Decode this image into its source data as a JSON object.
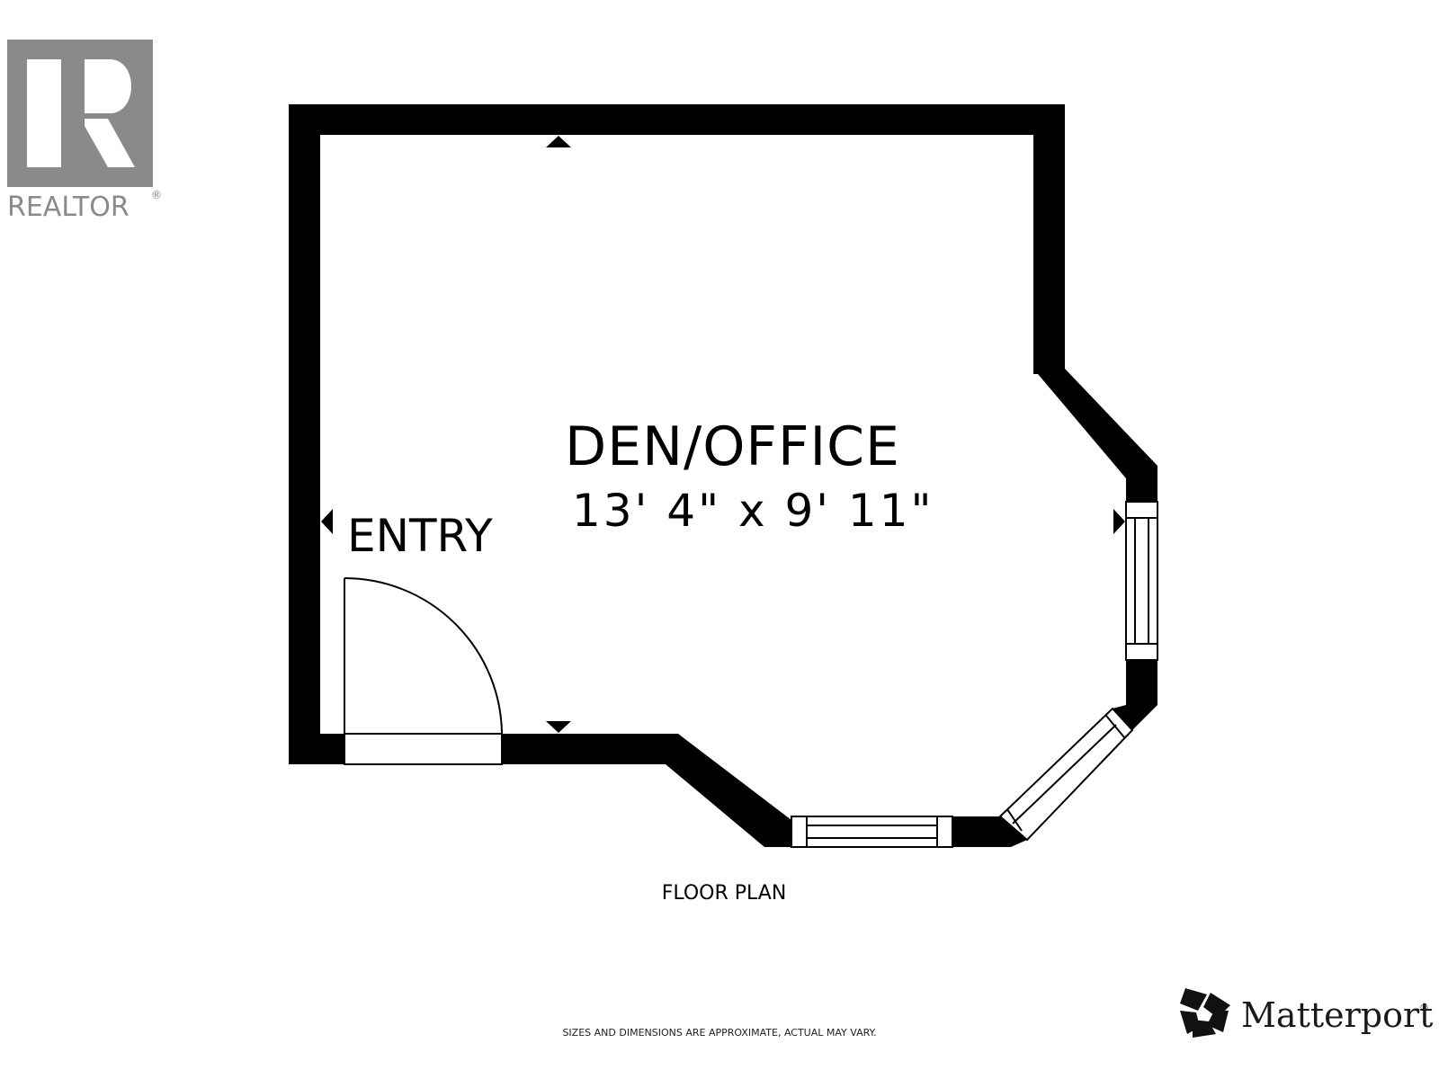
{
  "logo": {
    "wordmark": "REALTOR",
    "mark": "®",
    "color": "#8a8a8a"
  },
  "room": {
    "name": "DEN/OFFICE",
    "dimensions": "13' 4\" x 9' 11\""
  },
  "entry": {
    "label": "ENTRY"
  },
  "caption": "FLOOR PLAN",
  "disclaimer": "SIZES AND DIMENSIONS ARE APPROXIMATE, ACTUAL MAY VARY.",
  "brand": {
    "name": "Matterport",
    "mark": "®"
  },
  "colors": {
    "wall": "#000000",
    "background": "#ffffff"
  }
}
